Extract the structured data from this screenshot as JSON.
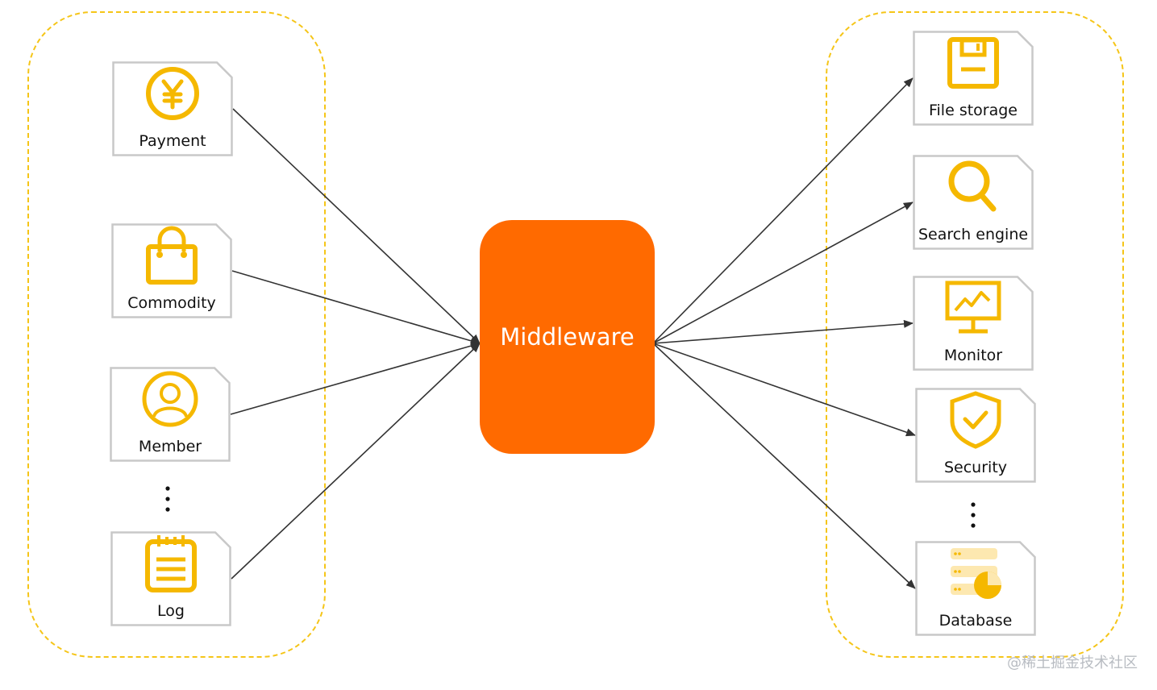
{
  "center": {
    "label": "Middleware"
  },
  "sources": [
    {
      "label": "Payment",
      "icon": "yen-coin-icon"
    },
    {
      "label": "Commodity",
      "icon": "shopping-bag-icon"
    },
    {
      "label": "Member",
      "icon": "user-icon"
    },
    {
      "label": "Log",
      "icon": "notepad-icon"
    }
  ],
  "targets": [
    {
      "label": "File storage",
      "icon": "floppy-disk-icon"
    },
    {
      "label": "Search engine",
      "icon": "magnifier-icon"
    },
    {
      "label": "Monitor",
      "icon": "monitor-icon"
    },
    {
      "label": "Security",
      "icon": "shield-check-icon"
    },
    {
      "label": "Database",
      "icon": "database-icon"
    }
  ],
  "ellipsis": "⋮",
  "watermark": "@稀土掘金技术社区",
  "colors": {
    "accent": "#ff6a00",
    "icon": "#f5b800",
    "group_border": "#f5c518",
    "arrow": "#333333",
    "card_border": "#c8c8c8"
  }
}
